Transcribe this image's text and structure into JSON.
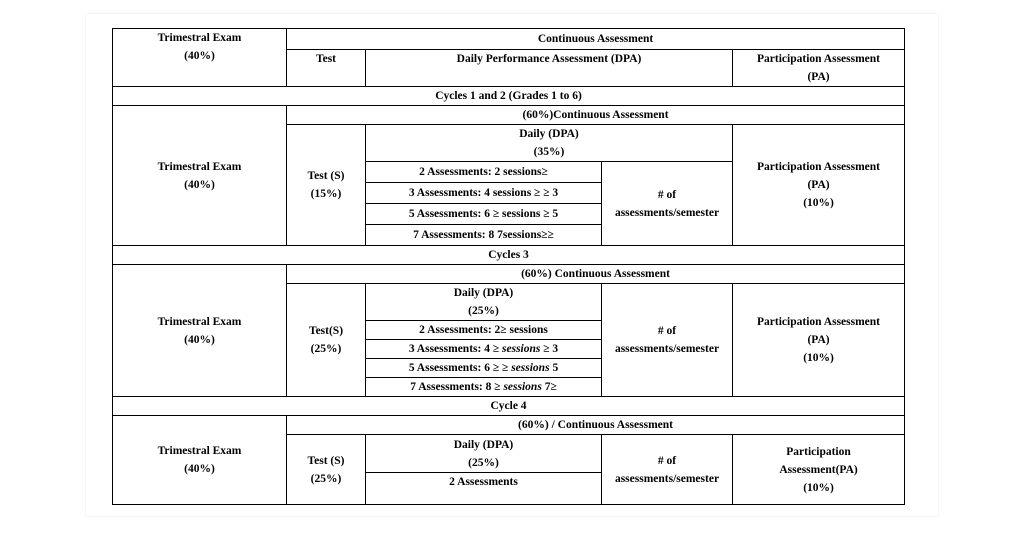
{
  "header": {
    "trimestral": "Trimestral Exam",
    "trimestral_pct": "(40%)",
    "continuous": "Continuous Assessment",
    "test": "Test",
    "dpa": "Daily Performance Assessment (DPA)",
    "pa_line1": "Participation Assessment",
    "pa_line2": "(PA)"
  },
  "section1": {
    "title": "Cycles 1 and 2 (Grades 1 to 6)",
    "continuous": "(60%)Continuous Assessment",
    "trimestral": "Trimestral Exam",
    "trimestral_pct": "(40%)",
    "test": "Test (S)",
    "test_pct": "(15%)",
    "daily": "Daily (DPA)",
    "daily_pct": "(35%)",
    "rows": [
      "2 Assessments:  2 sessions≥",
      "3 Assessments:  4 sessions ≥ ≥ 3",
      "5  Assessments:  6 ≥ sessions ≥ 5",
      "7 Assessments:  8 7sessions≥≥"
    ],
    "num": "# of",
    "per_semester": "assessments/semester",
    "pa_line1": "Participation Assessment",
    "pa_line2": "(PA)",
    "pa_pct": "(10%)"
  },
  "section2": {
    "title": "Cycles 3",
    "continuous": "(60%) Continuous Assessment",
    "trimestral": "Trimestral Exam",
    "trimestral_pct": "(40%)",
    "test": "Test(S)",
    "test_pct": "(25%)",
    "daily": "Daily (DPA)",
    "daily_pct": "(25%)",
    "row1": "2 Assessments:  2≥ sessions",
    "row2_pre": "3 Assessments:  4 ≥ ",
    "row2_em": "sessions",
    "row2_post": " ≥ 3",
    "row3_pre": "5  Assessments:  6 ≥ ≥ ",
    "row3_em": "sessions",
    "row3_post": " 5",
    "row4_pre": "7 Assessments:  8 ≥ ",
    "row4_em": "sessions",
    "row4_post": " 7≥",
    "num": "# of",
    "per_semester": "assessments/semester",
    "pa_line1": "Participation Assessment",
    "pa_line2": "(PA)",
    "pa_pct": "(10%)"
  },
  "section3": {
    "title": "Cycle 4",
    "continuous": "(60%) / Continuous Assessment",
    "trimestral": "Trimestral Exam",
    "trimestral_pct": "(40%)",
    "test": "Test (S)",
    "test_pct": "(25%)",
    "daily": "Daily (DPA)",
    "daily_pct": "(25%)",
    "row1": "2 Assessments",
    "num": "# of",
    "per_semester": "assessments/semester",
    "pa_line1": "Participation",
    "pa_line2": "Assessment(PA)",
    "pa_pct": "(10%)"
  }
}
